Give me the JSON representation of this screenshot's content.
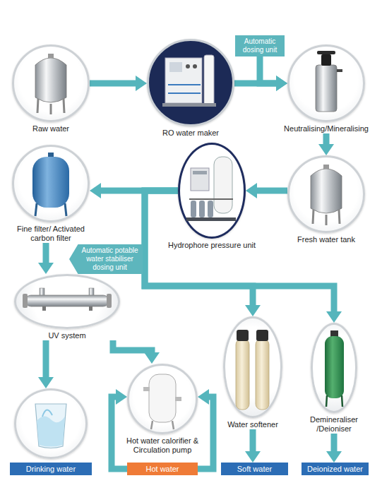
{
  "diagram": {
    "nodes": [
      {
        "text": [
          "Raw water"
        ]
      },
      {
        "text": [
          "Automatic dosing unit"
        ]
      },
      {
        "text": [
          "RO water maker"
        ]
      },
      {
        "text": [
          "Neutralising/Mineralising"
        ]
      },
      {
        "text": [
          "Fine filter/ Activated carbon filter"
        ]
      },
      {
        "text": [
          "Hydrophore pressure unit"
        ]
      },
      {
        "text": [
          "Fresh water tank"
        ]
      },
      {
        "text": [
          "Automatic potable water stabiliser dosing unit"
        ]
      },
      {
        "text": [
          "UV system"
        ]
      },
      {
        "text": [
          "Water softener"
        ]
      },
      {
        "text": [
          "Demineraliser /Deioniser"
        ]
      },
      {
        "text": [
          "Hot water calorifier & Circulation pump"
        ]
      },
      {
        "text": [
          "Drinking water"
        ]
      },
      {
        "text": [
          "Hot water"
        ]
      },
      {
        "text": [
          "Soft water"
        ]
      },
      {
        "text": [
          "Deionized water"
        ]
      }
    ],
    "edges": [
      {
        "from": 0,
        "to": 2,
        "arrow": "to"
      },
      {
        "from": 1,
        "to": 3,
        "arrow": "to"
      },
      {
        "from": 2,
        "to": 3,
        "arrow": "to"
      },
      {
        "from": 3,
        "to": 6,
        "arrow": "to"
      },
      {
        "from": 6,
        "to": 5,
        "arrow": "to"
      },
      {
        "from": 5,
        "to": 4,
        "arrow": "to"
      },
      {
        "from": 5,
        "to": 9,
        "arrow": "to"
      },
      {
        "from": 5,
        "to": 10,
        "arrow": "to"
      },
      {
        "from": 4,
        "to": 8,
        "arrow": "to"
      },
      {
        "from": 8,
        "to": 12,
        "arrow": "to"
      },
      {
        "from": 8,
        "to": 11,
        "arrow": "to"
      },
      {
        "from": 13,
        "to": 11,
        "arrow": "to"
      },
      {
        "from": 13,
        "to": 11,
        "arrow": "to"
      },
      {
        "from": 9,
        "to": 14,
        "arrow": "to"
      },
      {
        "from": 10,
        "to": 15,
        "arrow": "to"
      }
    ]
  }
}
